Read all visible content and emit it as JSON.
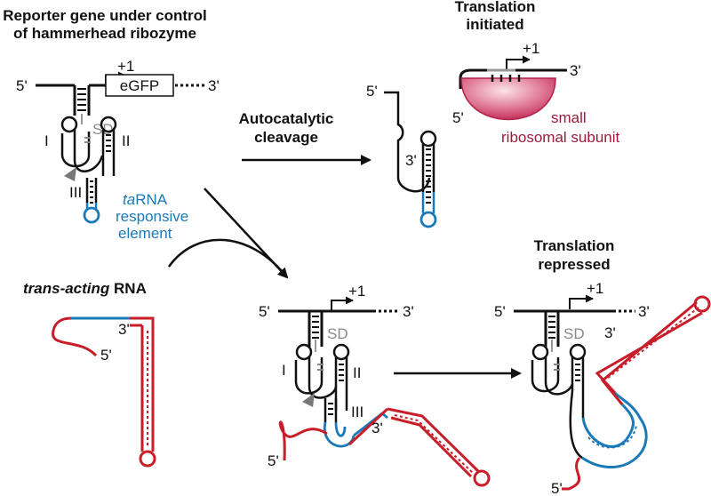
{
  "colors": {
    "strand": "#111111",
    "blue_element": "#1a7ab8",
    "trans_rna": "#c81e2a",
    "ribosome": "#c0234f",
    "sd": "#8a8a8a",
    "cleave": "#888888"
  },
  "panel_reporter": {
    "title_line1": "Reporter gene under control",
    "title_line2": "of hammerhead ribozyme",
    "plus1": "+1",
    "five_prime": "5'",
    "three_prime": "3'",
    "gene": "eGFP",
    "sd": "SD",
    "stem1": "I",
    "stem2": "II",
    "stem3": "III",
    "element_prefix": "ta",
    "element_line1_suffix": "RNA",
    "element_line2": "responsive",
    "element_line3": "element"
  },
  "panel_initiated": {
    "title_line1": "Translation",
    "title_line2": "initiated",
    "plus1": "+1",
    "five_prime_top": "5'",
    "five_prime_mrna": "5'",
    "three_prime_mrna": "3'",
    "three_prime_frag": "3'",
    "ribosome_line1": "small",
    "ribosome_line2": "ribosomal subunit"
  },
  "arrow_cleavage": {
    "line1": "Autocatalytic",
    "line2": "cleavage"
  },
  "trans_rna": {
    "label_italic": "trans-acting",
    "label_rest": " RNA",
    "three_prime": "3'",
    "five_prime": "5'"
  },
  "panel_bound": {
    "plus1": "+1",
    "five_prime": "5'",
    "three_prime": "3'",
    "sd": "SD",
    "stem1": "I",
    "stem2": "II",
    "stem3": "III",
    "trans_three_prime": "3'",
    "trans_five_prime": "5'"
  },
  "panel_repressed": {
    "title_line1": "Translation",
    "title_line2": "repressed",
    "plus1": "+1",
    "five_prime": "5'",
    "three_prime": "3'",
    "sd": "SD",
    "trans_three_prime": "3'",
    "trans_five_prime": "5'"
  }
}
